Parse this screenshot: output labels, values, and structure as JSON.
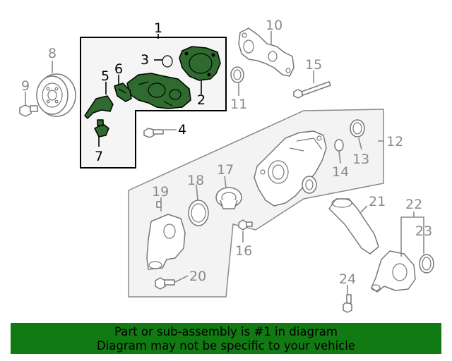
{
  "callouts": {
    "c1": "1",
    "c2": "2",
    "c3": "3",
    "c4": "4",
    "c5": "5",
    "c6": "6",
    "c7": "7",
    "c8": "8",
    "c9": "9",
    "c10": "10",
    "c11": "11",
    "c12": "12",
    "c13": "13",
    "c14": "14",
    "c15": "15",
    "c16": "16",
    "c17": "17",
    "c18": "18",
    "c19": "19",
    "c20": "20",
    "c21": "21",
    "c22": "22",
    "c23": "23",
    "c24": "24"
  },
  "banner": {
    "line1": "Part or sub-assembly is #1 in diagram",
    "line2": "Diagram may not be specific to your vehicle"
  },
  "colors": {
    "highlight": "#2f6b2f",
    "banner": "#127a12",
    "callout_gray": "#8a8a8a"
  }
}
